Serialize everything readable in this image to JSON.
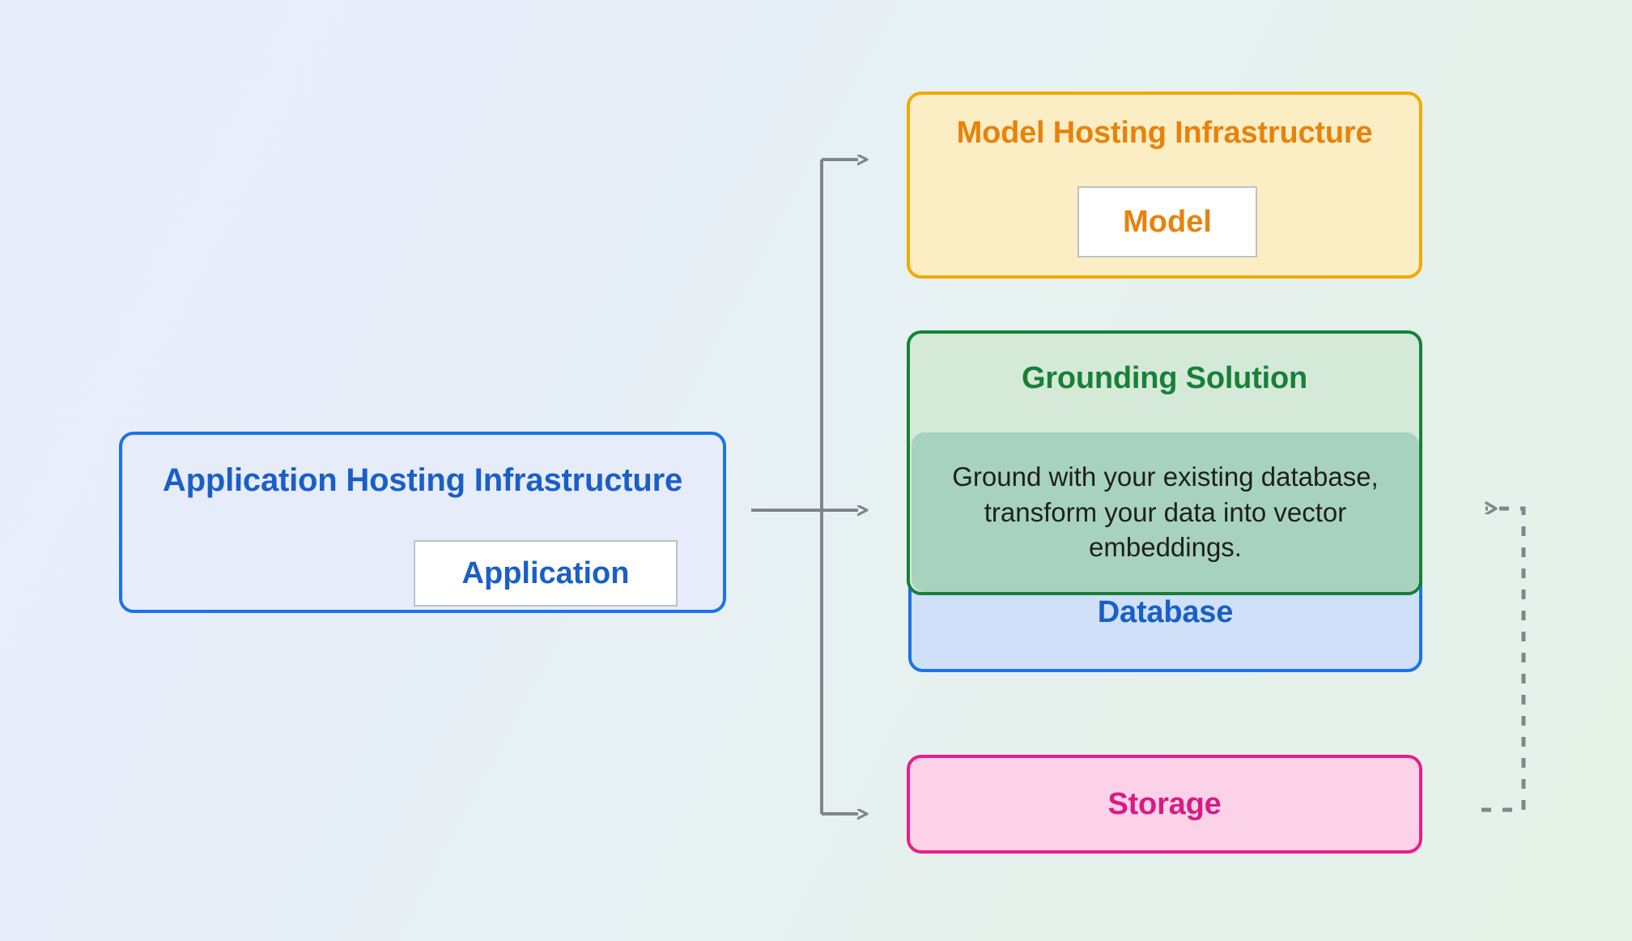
{
  "diagram": {
    "title_hidden": "Generative AI application architecture with grounding",
    "background": {
      "from_color": "#e8edfc",
      "to_color": "#e5f2e8"
    },
    "nodes": {
      "application_hosting": {
        "label": "Application Hosting Infrastructure",
        "chip_label": "Application",
        "border_color": "#1a73e8",
        "fill_color": "#e7ecfa",
        "text_color": "#1a5fc8"
      },
      "model_hosting": {
        "label": "Model Hosting Infrastructure",
        "chip_label": "Model",
        "border_color": "#f2a900",
        "fill_color": "#fbeec4",
        "text_color": "#e8820c"
      },
      "grounding_solution": {
        "label": "Grounding Solution",
        "border_color": "#188038",
        "fill_color": "#d4e9d7",
        "text_color": "#188038"
      },
      "database": {
        "label": "Database",
        "border_color": "#1a73e8",
        "fill_color": "#cfe0f8",
        "text_color": "#1a5fc8"
      },
      "overlap_note": {
        "label": "Ground with your existing database, transform your data into vector embeddings.",
        "fill_color": "#8ac4b2",
        "text_color": "#1f1f1f"
      },
      "storage": {
        "label": "Storage",
        "border_color": "#e91e8c",
        "fill_color": "#fcd2e8",
        "text_color": "#d81b84"
      }
    },
    "connectors": {
      "line_color": "#7f868c",
      "edges": [
        {
          "name": "application-to-model",
          "style": "solid",
          "arrow": "right"
        },
        {
          "name": "application-to-grounding",
          "style": "solid",
          "arrow": "right"
        },
        {
          "name": "application-to-storage",
          "style": "solid",
          "arrow": "right"
        },
        {
          "name": "storage-to-database",
          "style": "dashed",
          "arrow": "left"
        }
      ]
    }
  }
}
